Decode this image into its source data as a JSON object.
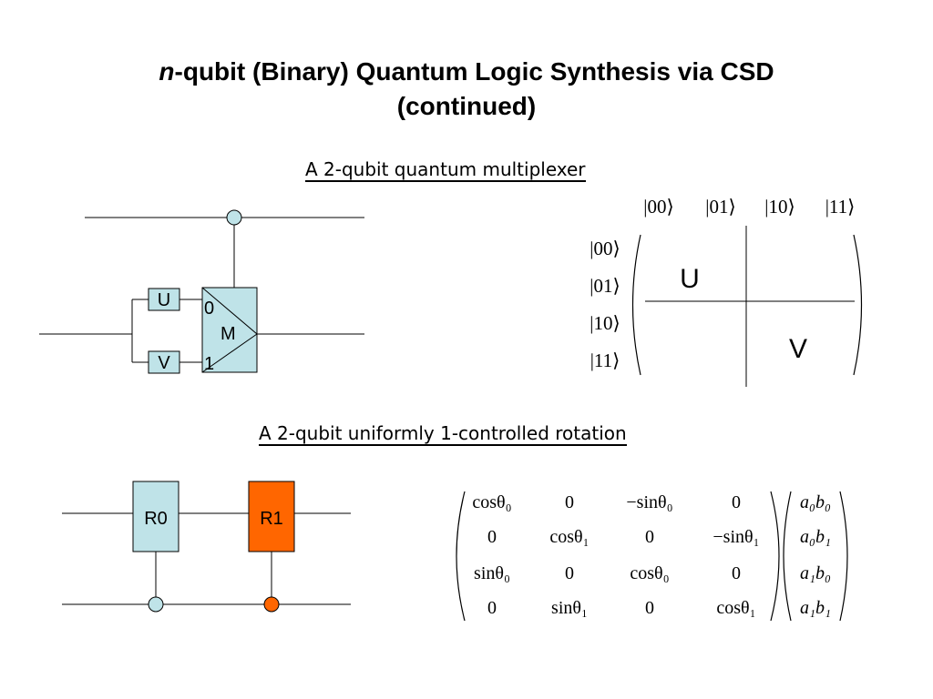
{
  "slide": {
    "title_italic": "n",
    "title_rest": "-qubit (Binary) Quantum Logic Synthesis via CSD",
    "title_line2": "(continued)"
  },
  "section1": {
    "heading": "A 2-qubit quantum multiplexer",
    "circuit": {
      "gate_u": "U",
      "gate_v": "V",
      "mux_label": "M",
      "mux_in0": "0",
      "mux_in1": "1"
    },
    "matrix": {
      "col_kets": [
        "|00⟩",
        "|01⟩",
        "|10⟩",
        "|11⟩"
      ],
      "row_kets": [
        "|00⟩",
        "|01⟩",
        "|10⟩",
        "|11⟩"
      ],
      "block_u": "U",
      "block_v": "V"
    }
  },
  "section2": {
    "heading": "A 2-qubit uniformly 1-controlled rotation",
    "circuit": {
      "gate_r0": "R0",
      "gate_r1": "R1",
      "r0_color": "#bfe3e8",
      "r1_color": "#ff6600"
    },
    "matrix": {
      "rows": [
        [
          "cosθ₀",
          "0",
          "−sinθ₀",
          "0"
        ],
        [
          "0",
          "cosθ₁",
          "0",
          "−sinθ₁"
        ],
        [
          "sinθ₀",
          "0",
          "cosθ₀",
          "0"
        ],
        [
          "0",
          "sinθ₁",
          "0",
          "cosθ₁"
        ]
      ],
      "vector": [
        "a₀b₀",
        "a₀b₁",
        "a₁b₀",
        "a₁b₁"
      ]
    }
  }
}
